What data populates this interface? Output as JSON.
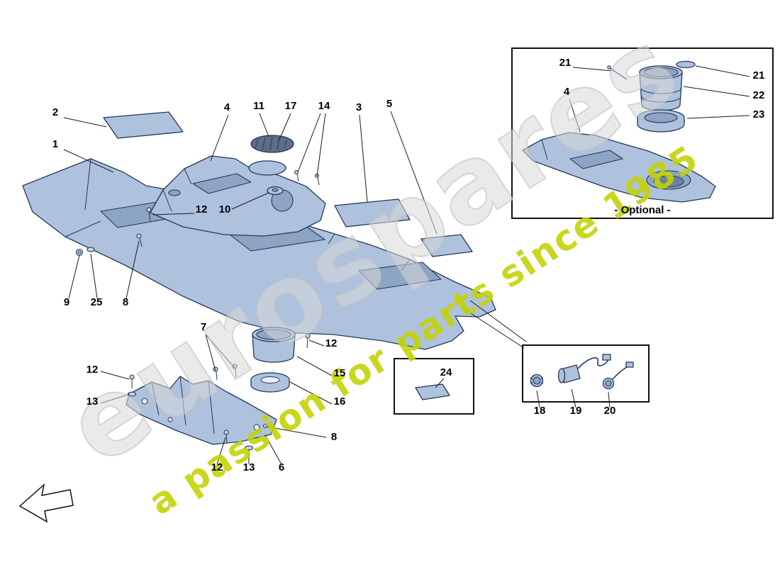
{
  "watermark": {
    "brand": "eurospares",
    "slogan": "a passion for parts since 1985"
  },
  "optional_box": {
    "label": "- Optional -"
  },
  "numbers": {
    "n1": "1",
    "n2": "2",
    "n3": "3",
    "n4": "4",
    "n5": "5",
    "n6": "6",
    "n7": "7",
    "n8": "8",
    "n9": "9",
    "n10": "10",
    "n11": "11",
    "n12": "12",
    "n13": "13",
    "n14": "14",
    "n15": "15",
    "n16": "16",
    "n17": "17",
    "n18": "18",
    "n19": "19",
    "n20": "20",
    "n21": "21",
    "n22": "22",
    "n23": "23",
    "n24": "24",
    "n25": "25"
  },
  "colors": {
    "part_fill": "#aec2de",
    "part_fill_dark": "#8da4c5",
    "part_stroke": "#243758",
    "leader_line": "#1a1a1a",
    "callout_text": "#000000",
    "box_border": "#111111",
    "watermark_brand": "#d8d8d8",
    "watermark_slogan": "#c3d305",
    "background": "#ffffff"
  }
}
